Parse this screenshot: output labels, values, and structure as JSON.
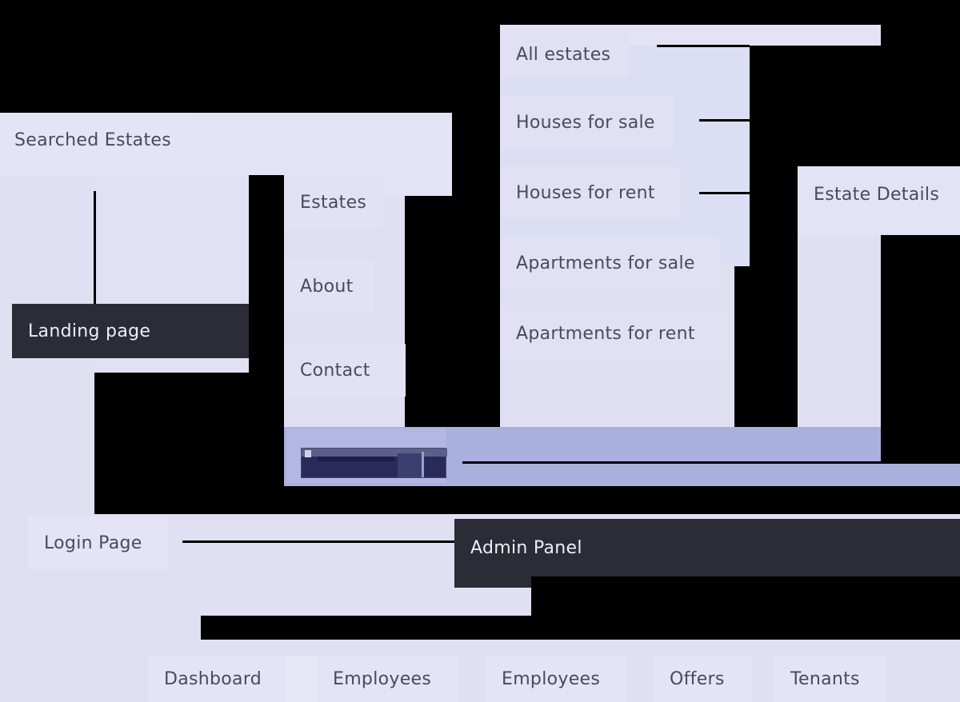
{
  "theme": {
    "background": "#000000",
    "panel_light": "#e1e1f2",
    "panel_lilac": "#dddff2",
    "panel_highlight": "#aab0dd",
    "node_dark": "#2c2c36",
    "text_dark": "#4a4a5e",
    "text_light": "#eeeef6"
  },
  "nodes": {
    "all_estates": "All estates",
    "houses_for_sale": "Houses for sale",
    "houses_for_rent": "Houses for rent",
    "apartments_for_sale": "Apartments for sale",
    "apartments_for_rent": "Apartments for rent",
    "estate_details": "Estate Details",
    "searched_estates": "Searched Estates",
    "estates": "Estates",
    "about": "About",
    "contact": "Contact",
    "landing_page": "Landing page",
    "login_page": "Login Page",
    "admin_panel": "Admin Panel"
  },
  "admin_tabs": [
    "Dashboard",
    "Employees",
    "Employees",
    "Offers",
    "Tenants"
  ],
  "icons": {
    "garbled_node": "corrupted-node-icon"
  }
}
